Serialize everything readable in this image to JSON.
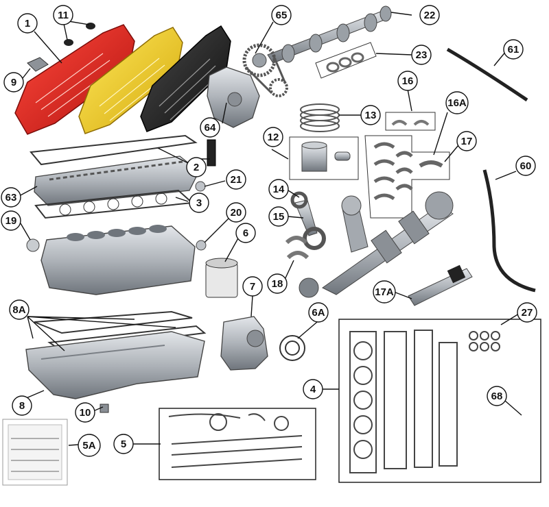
{
  "callouts": {
    "c1": "1",
    "c2": "2",
    "c3": "3",
    "c4": "4",
    "c5": "5",
    "c5a": "5A",
    "c6": "6",
    "c6a": "6A",
    "c7": "7",
    "c8": "8",
    "c8a": "8A",
    "c9": "9",
    "c10": "10",
    "c11": "11",
    "c12": "12",
    "c13": "13",
    "c14": "14",
    "c15": "15",
    "c16": "16",
    "c16a": "16A",
    "c17": "17",
    "c17a": "17A",
    "c18": "18",
    "c19": "19",
    "c20": "20",
    "c21": "21",
    "c22": "22",
    "c23": "23",
    "c27": "27",
    "c60": "60",
    "c61": "61",
    "c63": "63",
    "c64": "64",
    "c65": "65",
    "c68": "68"
  },
  "colors": {
    "red_cover": "#e0201c",
    "yellow_cover": "#f4d21a",
    "black_cover": "#1d1d1d",
    "metal": "#b8bcc2",
    "metal_dark": "#6d7278",
    "gasket": "#555555"
  }
}
